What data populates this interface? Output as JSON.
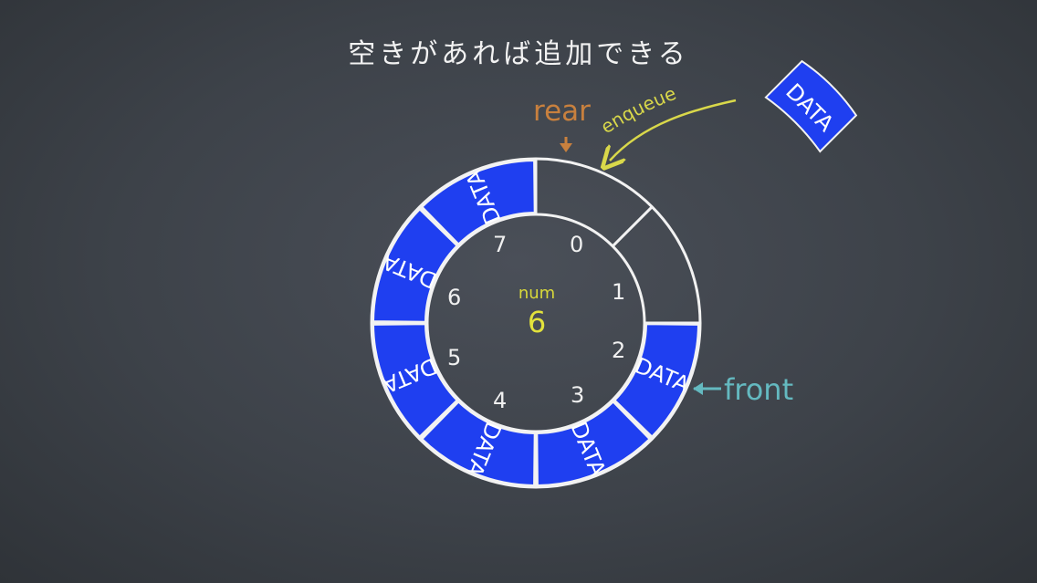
{
  "title": "空きがあれば追加できる",
  "labels": {
    "rear": "rear",
    "front": "front",
    "enqueue": "enqueue",
    "num": "num",
    "num_value": "6"
  },
  "ring": {
    "slots": 8,
    "indices": [
      "0",
      "1",
      "2",
      "3",
      "4",
      "5",
      "6",
      "7"
    ],
    "occupied": [
      false,
      false,
      true,
      true,
      true,
      true,
      true,
      true
    ],
    "slot_text": "DATA"
  },
  "incoming": {
    "text": "DATA"
  },
  "colors": {
    "data_fill": "#1f3ff0",
    "ring_stroke": "#f2f2f2",
    "rear": "#c8803e",
    "front": "#64b9c0",
    "enqueue": "#d9d84a",
    "num": "#e2e23c"
  }
}
